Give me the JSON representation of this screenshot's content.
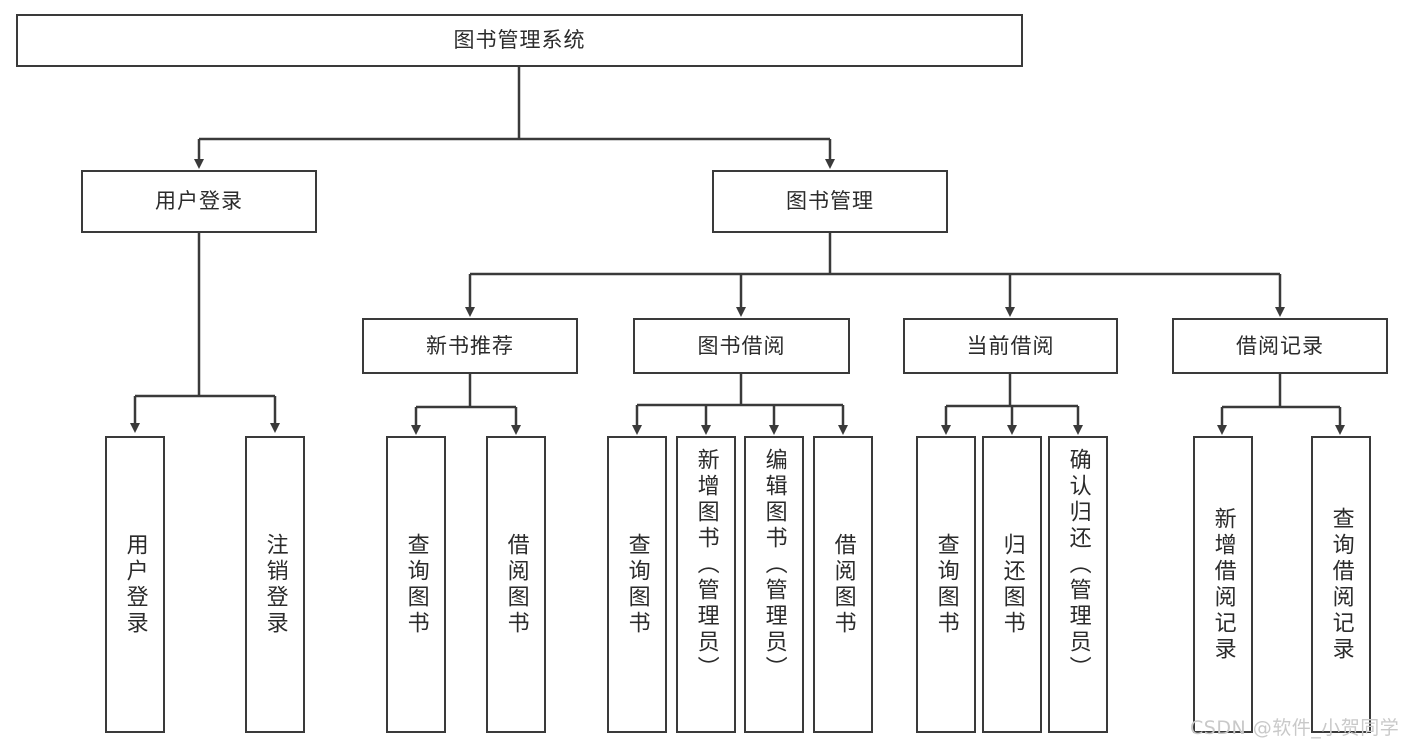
{
  "diagram": {
    "type": "tree-hierarchy",
    "title": "图书管理系统",
    "background_color": "#ffffff",
    "box_border_color": "#3a3a3a",
    "edge_color": "#3a3a3a",
    "text_color": "#2b2b2b"
  },
  "levels": {
    "root": {
      "label": "图书管理系统"
    },
    "level2": [
      {
        "label": "用户登录"
      },
      {
        "label": "图书管理"
      }
    ],
    "level3": [
      {
        "label": "新书推荐"
      },
      {
        "label": "图书借阅"
      },
      {
        "label": "当前借阅"
      },
      {
        "label": "借阅记录"
      }
    ],
    "leaves": {
      "user_login": [
        {
          "label": "用户登录"
        },
        {
          "label": "注销登录"
        }
      ],
      "new_book_recommend": [
        {
          "label": "查询图书"
        },
        {
          "label": "借阅图书"
        }
      ],
      "book_borrow": [
        {
          "label": "查询图书"
        },
        {
          "label": "新增图书（管理员）"
        },
        {
          "label": "编辑图书（管理员）"
        },
        {
          "label": "借阅图书"
        }
      ],
      "current_borrow": [
        {
          "label": "查询图书"
        },
        {
          "label": "归还图书"
        },
        {
          "label": "确认归还（管理员）"
        }
      ],
      "borrow_record": [
        {
          "label": "新增借阅记录"
        },
        {
          "label": "查询借阅记录"
        }
      ]
    }
  },
  "watermark": {
    "text": "CSDN @软件_小贺同学"
  }
}
